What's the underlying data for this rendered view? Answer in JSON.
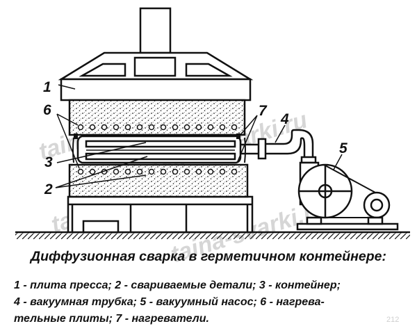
{
  "callouts": [
    "1",
    "6",
    "3",
    "2",
    "7",
    "4",
    "5"
  ],
  "watermark": "taina-svarki.ru",
  "caption": {
    "title": "Диффузионная сварка в герметичном контейнере:",
    "legend_lines": [
      "1 - плита пресса; 2 - свариваемые детали; 3 - контейнер;",
      "4 - вакуумная трубка; 5 - вакуумный насос; 6 - нагрева-",
      "тельные плиты; 7 - нагреватели."
    ]
  },
  "page_number": "212"
}
